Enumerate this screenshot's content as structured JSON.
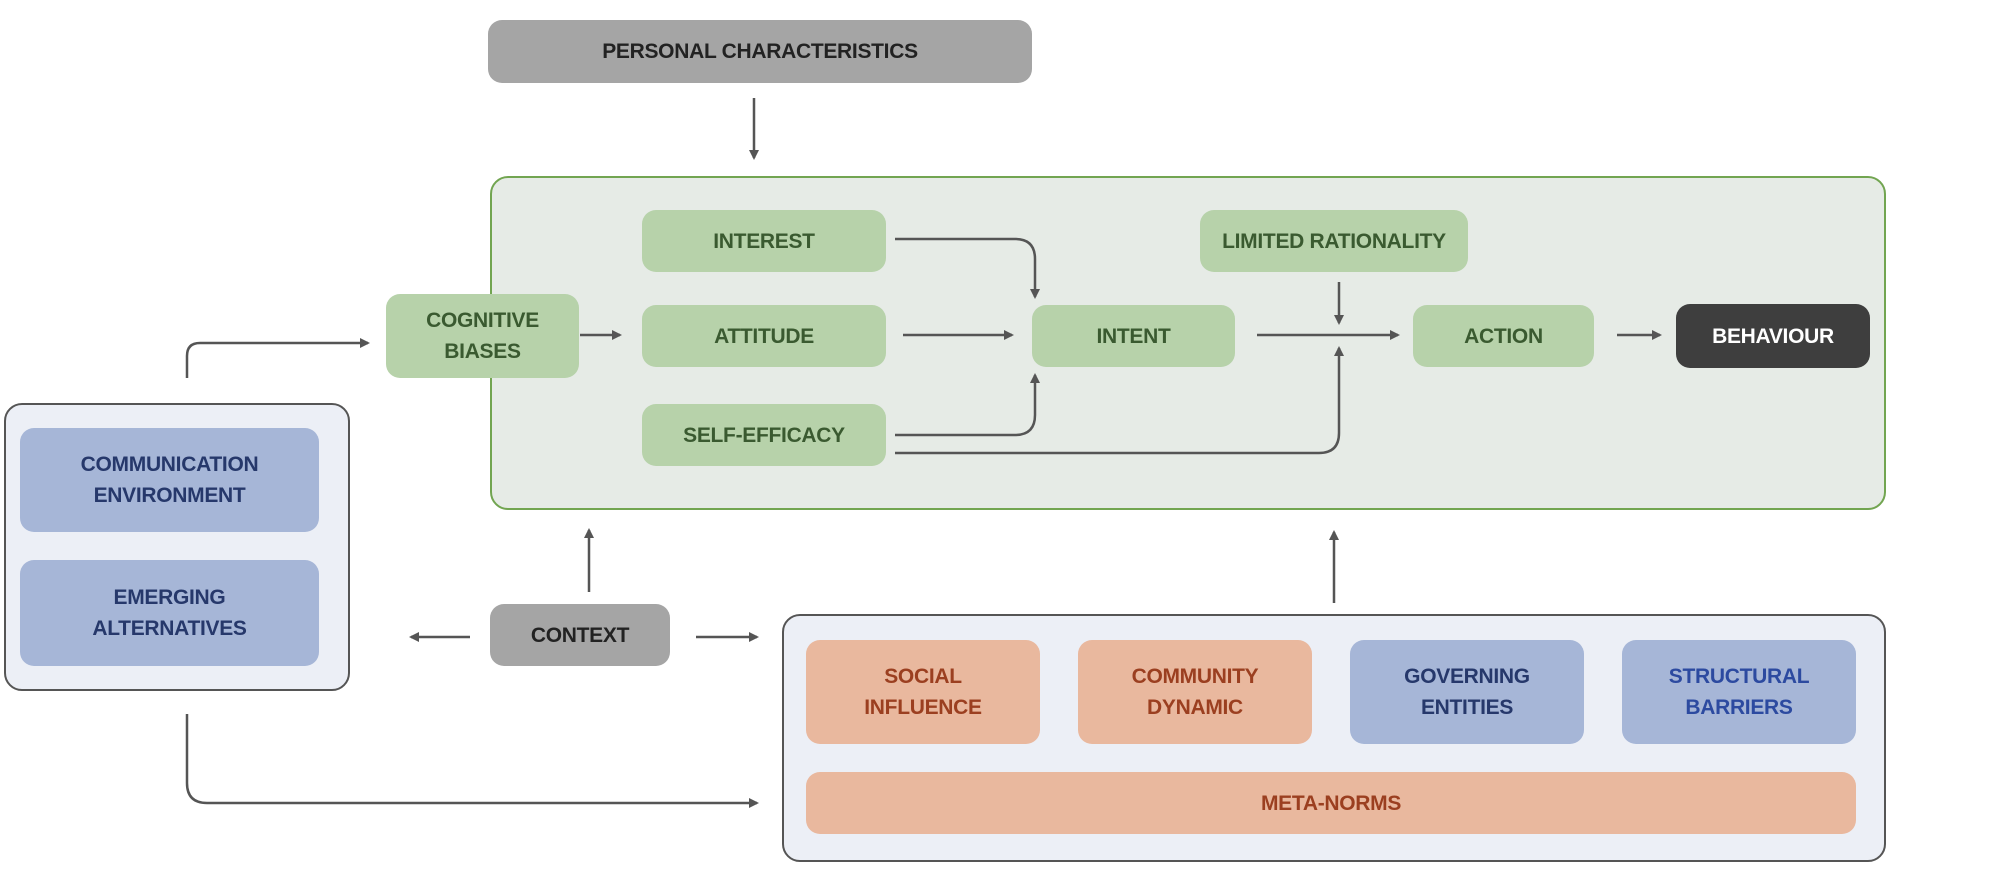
{
  "diagram": {
    "personal_characteristics": "PERSONAL CHARACTERISTICS",
    "cognitive_biases": [
      "COGNITIVE",
      "BIASES"
    ],
    "interest": "INTEREST",
    "attitude": "ATTITUDE",
    "self_efficacy": "SELF-EFFICACY",
    "intent": "INTENT",
    "limited_rationality": "LIMITED RATIONALITY",
    "action": "ACTION",
    "behaviour": "BEHAVIOUR",
    "communication_environment": [
      "COMMUNICATION",
      "ENVIRONMENT"
    ],
    "emerging_alternatives": [
      "EMERGING",
      "ALTERNATIVES"
    ],
    "context": "CONTEXT",
    "social_influence": [
      "SOCIAL",
      "INFLUENCE"
    ],
    "community_dynamic": [
      "COMMUNITY",
      "DYNAMIC"
    ],
    "governing_entities": [
      "GOVERNING",
      "ENTITIES"
    ],
    "structural_barriers": [
      "STRUCTURAL",
      "BARRIERS"
    ],
    "meta_norms": "META-NORMS"
  },
  "colors": {
    "green_box": "#b7d2aa",
    "green_text": "#3a5a30",
    "blue_box": "#a6b6d7",
    "orange_box": "#e9b89e",
    "grey_box": "#a5a5a5",
    "dark_box": "#3e3e3e",
    "main_panel_border": "#72a551",
    "arrow": "#555555"
  }
}
